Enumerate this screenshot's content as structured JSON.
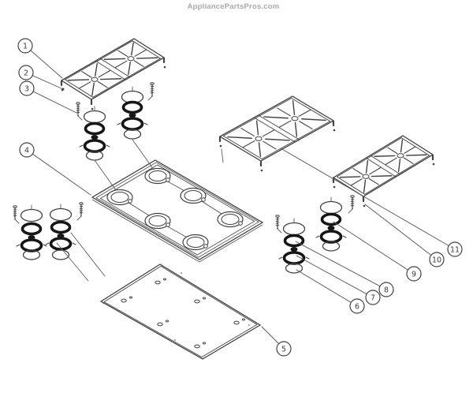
{
  "watermark": "AppliancePartsPros.com",
  "callouts": [
    {
      "label": "1"
    },
    {
      "label": "2"
    },
    {
      "label": "3"
    },
    {
      "label": "4"
    },
    {
      "label": "5"
    },
    {
      "label": "6"
    },
    {
      "label": "7"
    },
    {
      "label": "8"
    },
    {
      "label": "9"
    },
    {
      "label": "10"
    },
    {
      "label": "11"
    }
  ],
  "colors": {
    "line": "#424242",
    "thin": "#5a5a5a",
    "thick": "#161616",
    "label": "#3d3d3d",
    "watermark": "#a9a9a9",
    "background": "#ffffff"
  }
}
